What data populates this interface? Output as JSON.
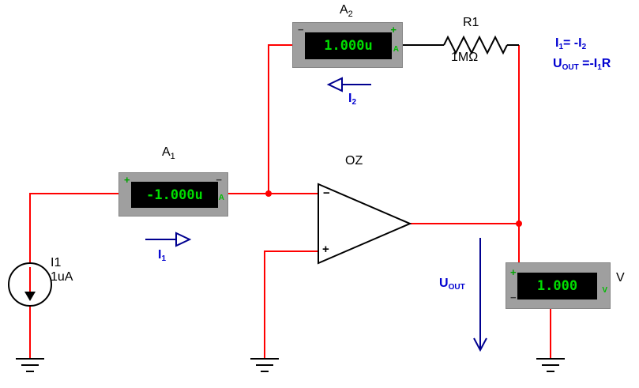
{
  "labels": {
    "a2": {
      "base": "A",
      "sub": "2"
    },
    "a1": {
      "base": "A",
      "sub": "1"
    },
    "r1": "R1",
    "r1_value": "1MΩ",
    "opamp": "OZ",
    "opamp_minus": "−",
    "opamp_plus": "+",
    "source_name": "I1",
    "source_value": "1uA",
    "voltmeter_name": "V"
  },
  "meters": {
    "a2": {
      "value": "1.000u",
      "unit": "A",
      "neg": "−",
      "pos": "+"
    },
    "a1": {
      "value": "-1.000u",
      "unit": "A",
      "neg": "−",
      "pos": "+"
    },
    "v": {
      "value": "1.000",
      "unit": "V",
      "neg": "−",
      "pos": "+"
    }
  },
  "annotations": {
    "eq1": {
      "t1": "I",
      "s1": "1",
      "t2": "= -I",
      "s2": "2"
    },
    "eq2": {
      "t1": "U",
      "s1": "OUT",
      "t2": " =-I",
      "s2": "1",
      "t3": "R"
    },
    "i1": {
      "base": "I",
      "sub": "1"
    },
    "i2": {
      "base": "I",
      "sub": "2"
    },
    "uout": {
      "base": "U",
      "sub": "OUT"
    }
  },
  "colors": {
    "wire": "#ff0000",
    "outline": "#000000",
    "blue_text": "#0000d0",
    "arrow": "#000090",
    "display_green": "#00dd00",
    "meter_gray": "#9f9f9f",
    "display_bg": "#000000"
  }
}
